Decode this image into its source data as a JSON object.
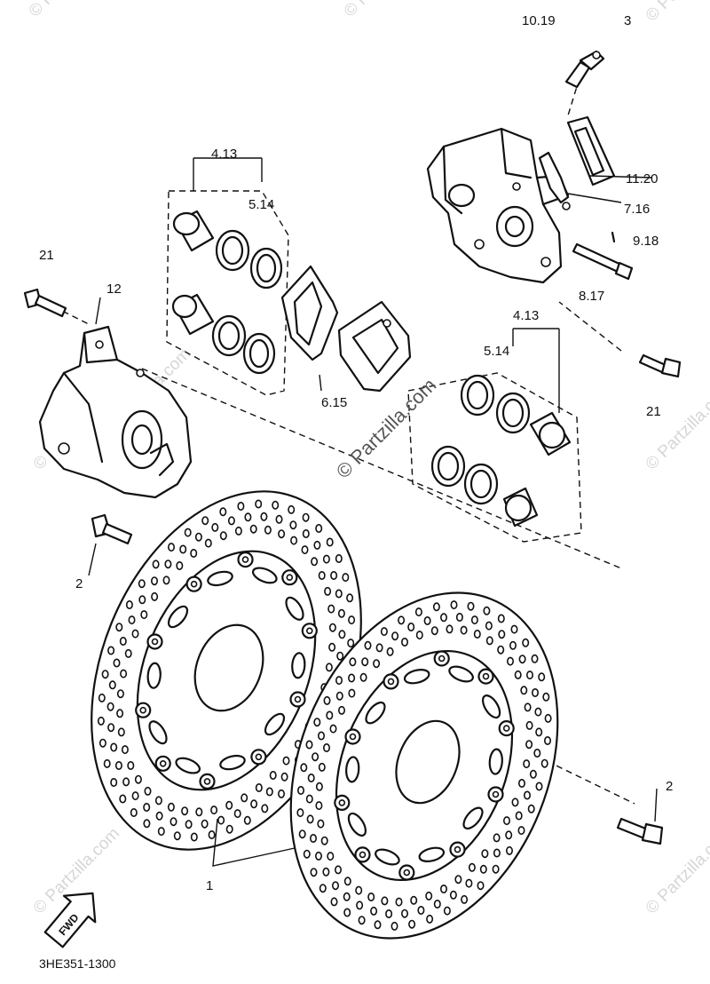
{
  "diagram": {
    "part_code": "3HE351-1300",
    "fwd_label": "FWD",
    "watermark_center": "© Partzilla.com",
    "watermark_edge": "© Partzilla.com",
    "callouts": {
      "c1": "1",
      "c2_left": "2",
      "c2_right": "2",
      "c3": "3",
      "c4_13_top": "4.13",
      "c4_13_right": "4.13",
      "c5_14_top": "5.14",
      "c5_14_right": "5.14",
      "c6_15": "6.15",
      "c7_16": "7.16",
      "c8_17": "8.17",
      "c9_18": "9.18",
      "c10_19": "10.19",
      "c11_20": "11.20",
      "c12": "12",
      "c21_left": "21",
      "c21_right": "21"
    }
  }
}
